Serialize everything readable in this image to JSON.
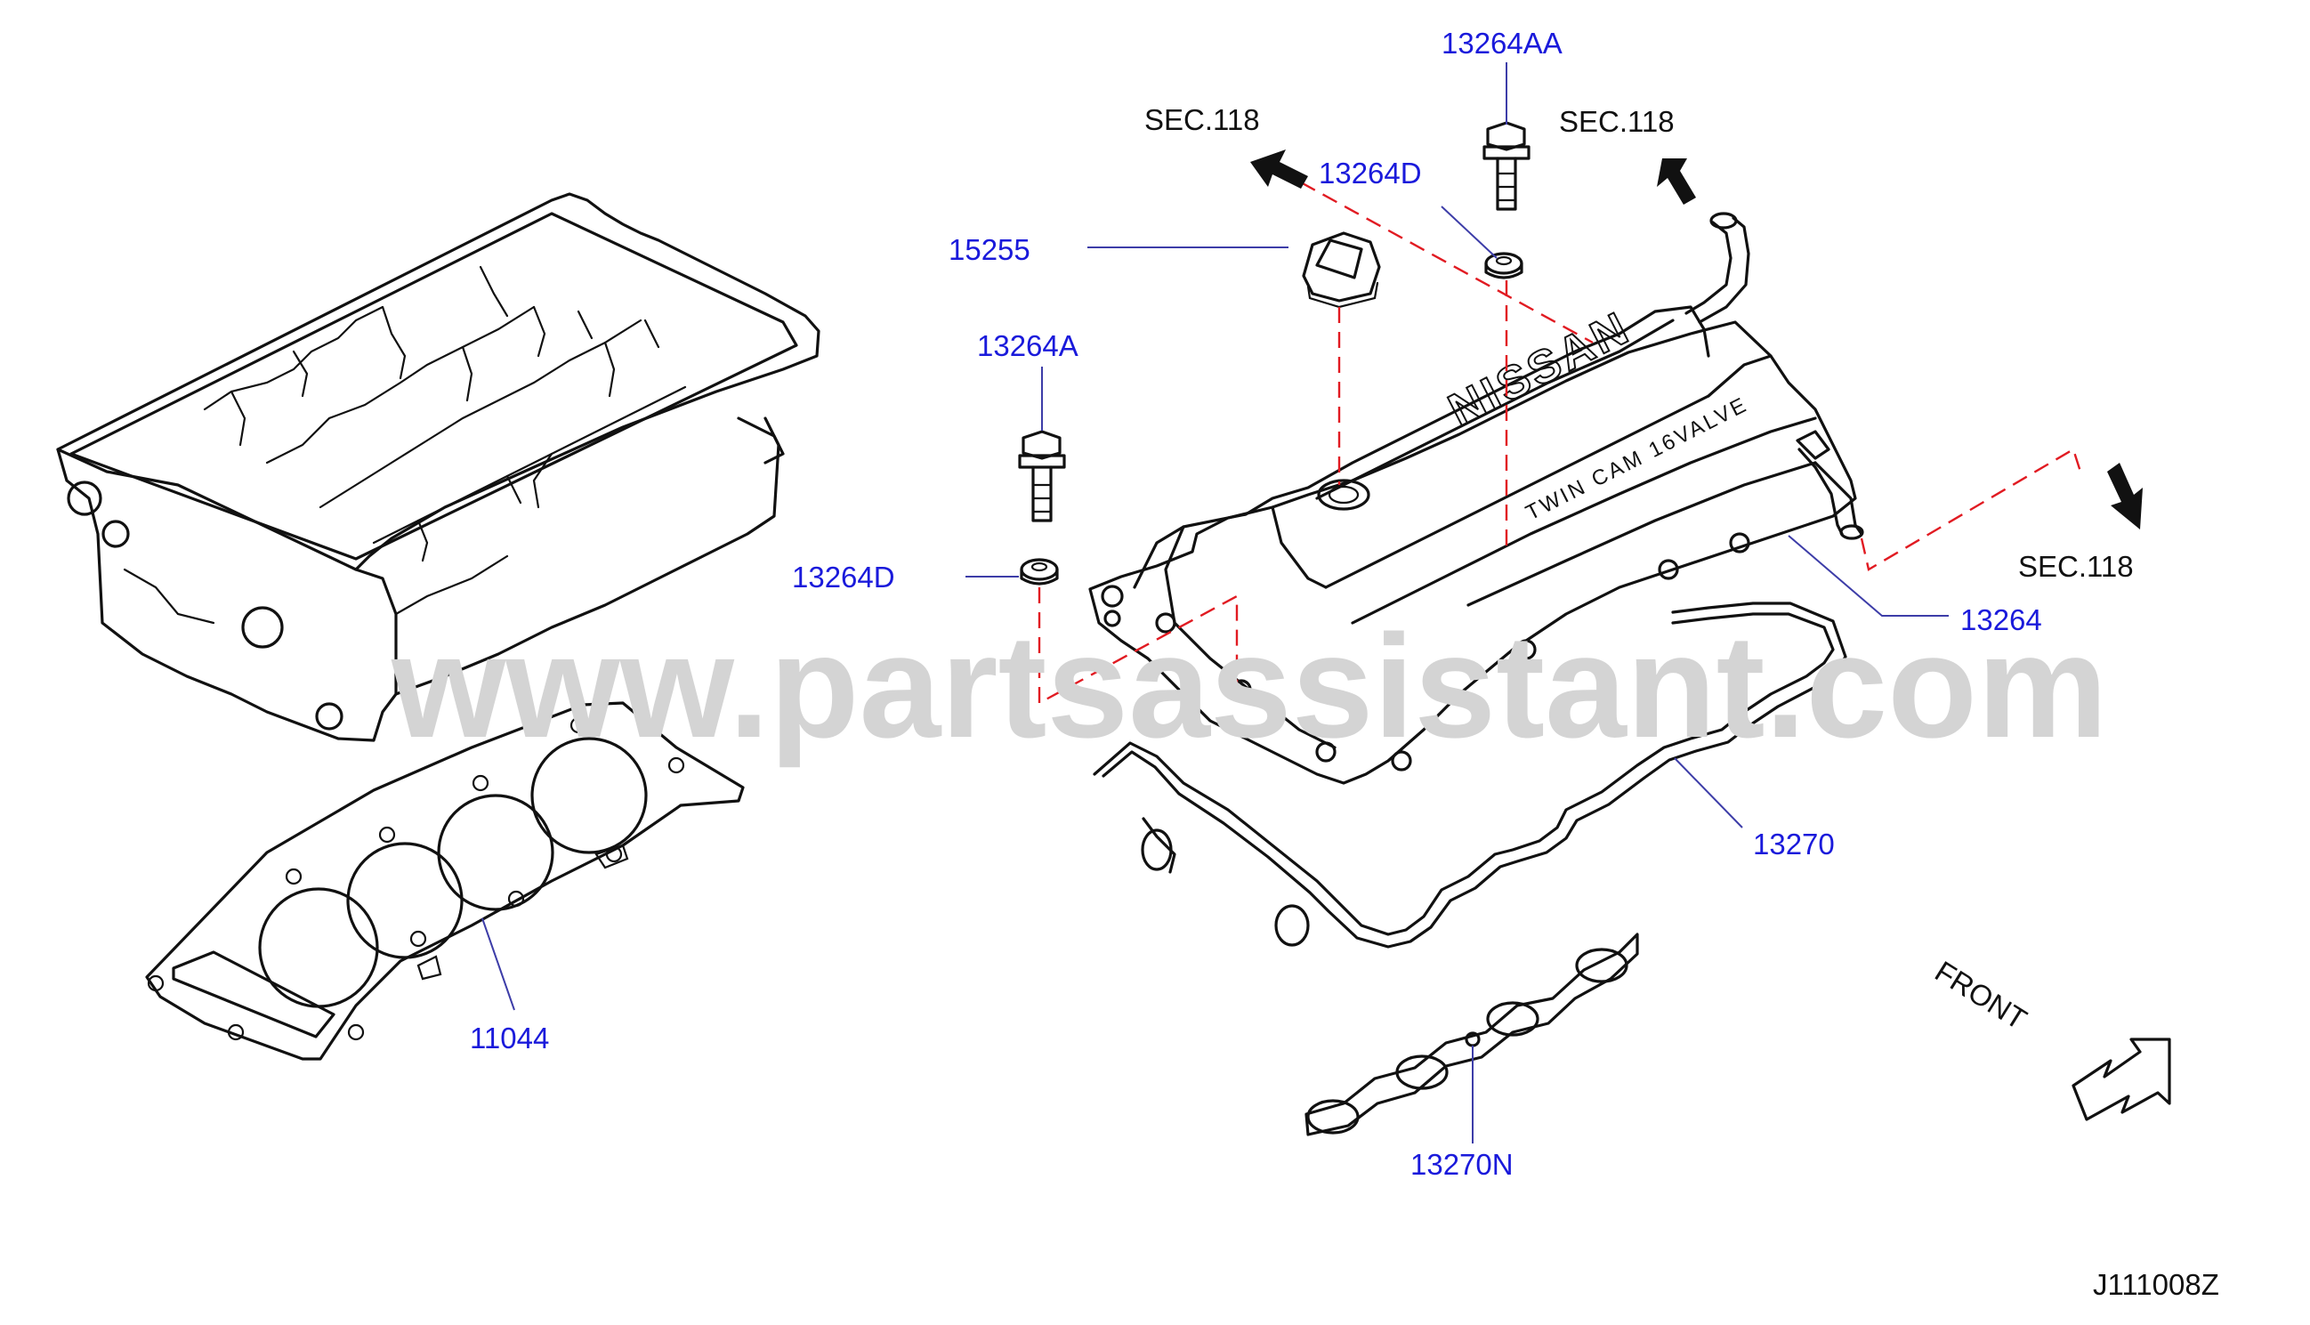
{
  "watermark": "www.partsassistant.com",
  "drawing_code": "J111008Z",
  "front_label": "FRONT",
  "callouts": {
    "c13264AA": "13264AA",
    "c13264D_top": "13264D",
    "c15255": "15255",
    "c13264A": "13264A",
    "c13264D_left": "13264D",
    "c13264": "13264",
    "c13270": "13270",
    "c11044": "11044",
    "c13270N": "13270N"
  },
  "section_refs": {
    "sec_left": "SEC.118",
    "sec_right": "SEC.118",
    "sec_lower": "SEC.118"
  },
  "cover_text": {
    "brand": "NISSAN",
    "spec": "TWIN CAM 16VALVE"
  },
  "colors": {
    "callout": "#1a1adb",
    "leader": "#3d3da8",
    "dashed_link": "#e11b22",
    "watermark": "#d4d4d4",
    "linework": "#111111"
  }
}
